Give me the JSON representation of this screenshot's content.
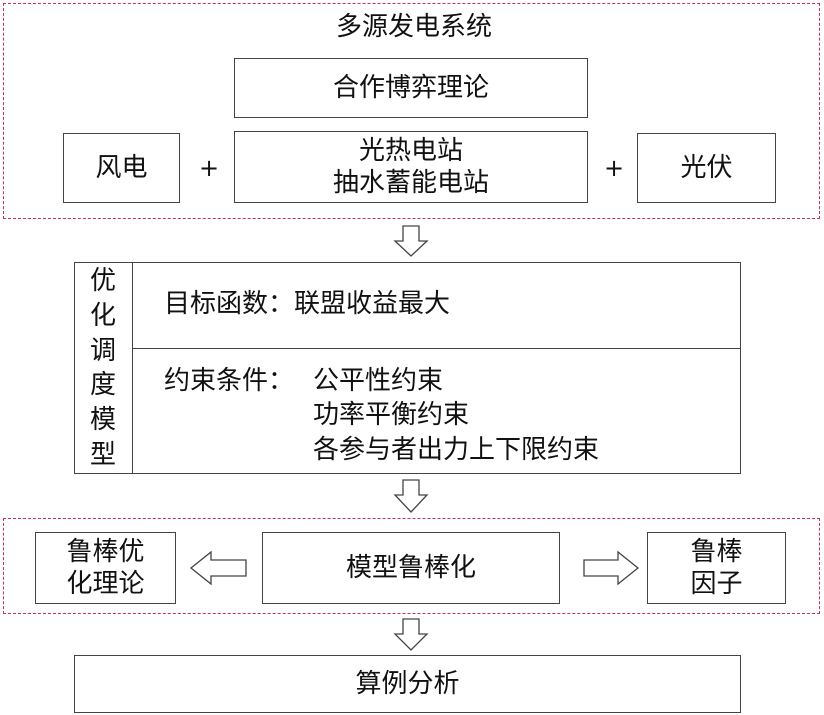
{
  "system": {
    "title": "多源发电系统",
    "theory": "合作博弈理论",
    "wind": "风电",
    "plus_left": "+",
    "center_line1": "光热电站",
    "center_line2": "抽水蓄能电站",
    "plus_right": "+",
    "pv": "光伏"
  },
  "model": {
    "side_label": [
      "优",
      "化",
      "调",
      "度",
      "模",
      "型"
    ],
    "objective_label": "目标函数：",
    "objective_value": "联盟收益最大",
    "constraint_label": "约束条件：",
    "constraints": [
      "公平性约束",
      "功率平衡约束",
      "各参与者出力上下限约束"
    ]
  },
  "robust": {
    "left_line1": "鲁棒优",
    "left_line2": "化理论",
    "center": "模型鲁棒化",
    "right_line1": "鲁棒",
    "right_line2": "因子"
  },
  "analysis": {
    "label": "算例分析"
  },
  "colors": {
    "dashed_border": "#c0306a",
    "box_border": "#444444"
  }
}
